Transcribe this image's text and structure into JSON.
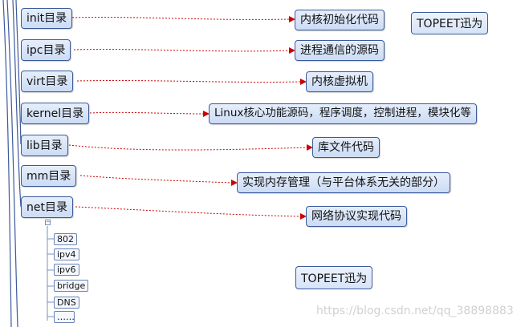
{
  "directories": [
    {
      "label": "init目录",
      "desc": "内核初始化代码"
    },
    {
      "label": "ipc目录",
      "desc": "进程通信的源码"
    },
    {
      "label": "virt目录",
      "desc": "内核虚拟机"
    },
    {
      "label": "kernel目录",
      "desc": "Linux核心功能源码，程序调度，控制进程，模块化等"
    },
    {
      "label": "lib目录",
      "desc": "库文件代码"
    },
    {
      "label": "mm目录",
      "desc": "实现内存管理（与平台体系无关的部分）"
    },
    {
      "label": "net目录",
      "desc": "网络协议实现代码"
    }
  ],
  "net_children": [
    "802",
    "ipv4",
    "ipv6",
    "bridge",
    "DNS",
    "……"
  ],
  "brand_top": "TOPEET迅为",
  "brand_bottom": "TOPEET迅为",
  "watermark": "https://blog.csdn.net/qq_38898883",
  "colors": {
    "connector": "#cc0000",
    "trunk": "#3b5a9a"
  }
}
